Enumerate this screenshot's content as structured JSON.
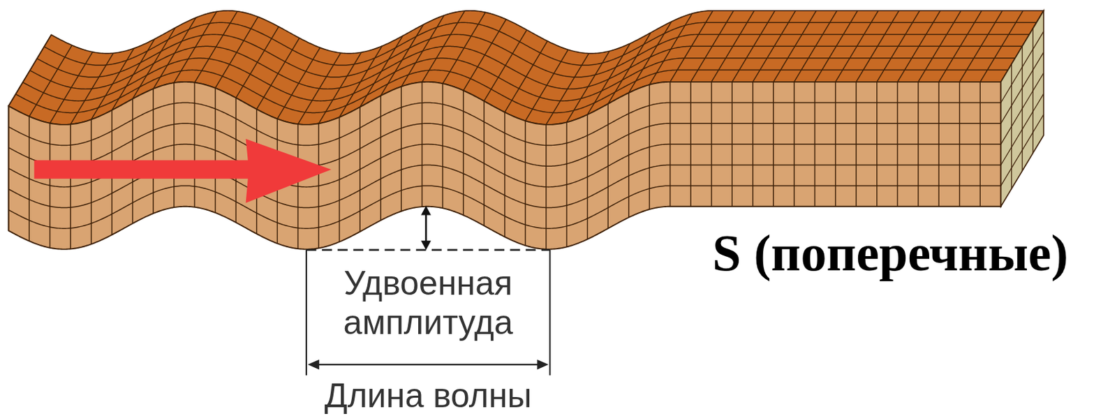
{
  "diagram": {
    "labels": [
      "Удвоенная амплитуда",
      "Длина волны",
      "S (поперечные)"
    ]
  }
}
